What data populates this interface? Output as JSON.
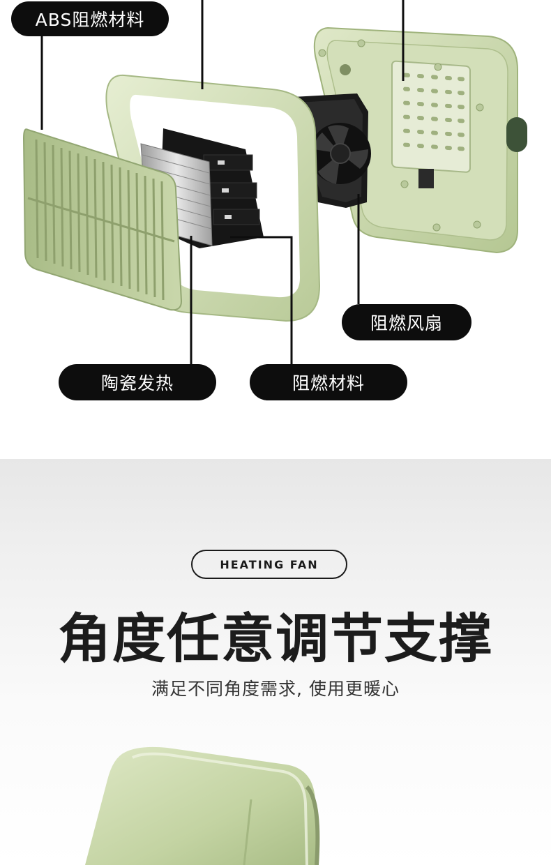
{
  "labels": {
    "abs_material": "ABS阻燃材料",
    "flame_retardant_fan": "阻燃风扇",
    "ceramic_heating": "陶瓷发热",
    "flame_retardant_material": "阻燃材料"
  },
  "feature": {
    "badge": "HEATING FAN",
    "headline": "角度任意调节支撑",
    "subline": "满足不同角度需求, 使用更暖心"
  },
  "colors": {
    "body_green": "#c7d6a6",
    "dark_green": "#3d5238",
    "label_bg": "#0d0d0d"
  }
}
